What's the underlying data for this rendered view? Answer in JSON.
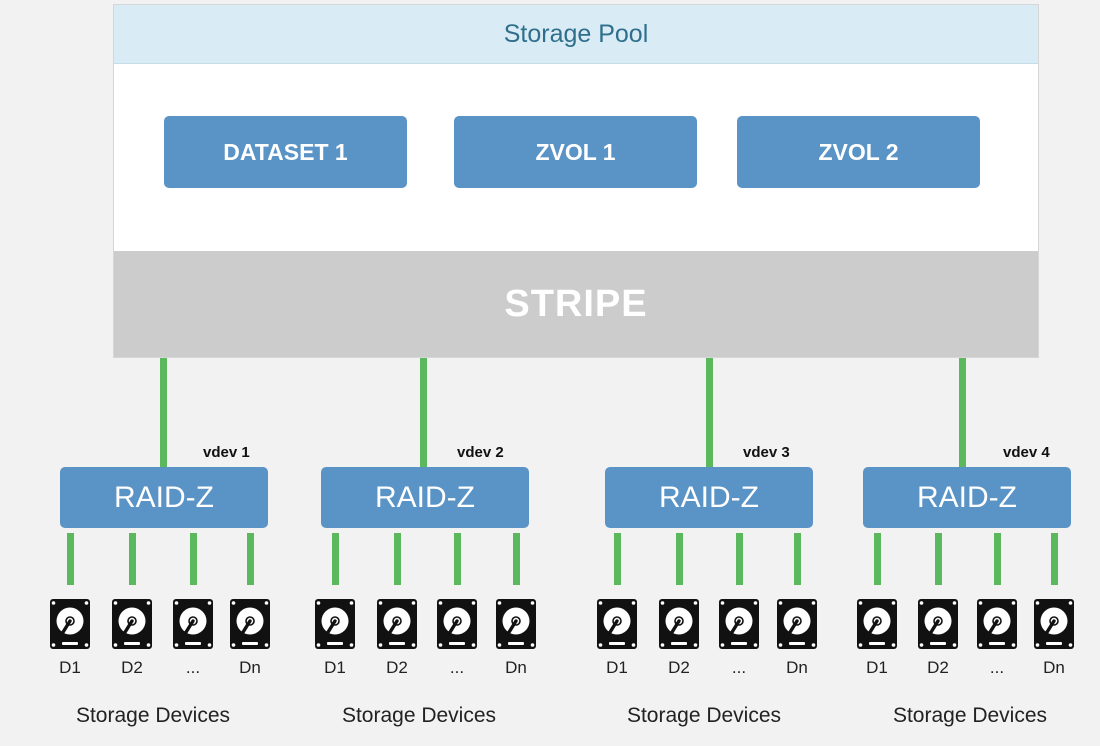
{
  "pool": {
    "title": "Storage Pool",
    "volumes": [
      "DATASET 1",
      "ZVOL 1",
      "ZVOL 2"
    ],
    "stripe_label": "STRIPE"
  },
  "vdevs": [
    {
      "label": "vdev 1",
      "raid": "RAID-Z",
      "disks": [
        "D1",
        "D2",
        "...",
        "Dn"
      ],
      "caption": "Storage Devices"
    },
    {
      "label": "vdev 2",
      "raid": "RAID-Z",
      "disks": [
        "D1",
        "D2",
        "...",
        "Dn"
      ],
      "caption": "Storage Devices"
    },
    {
      "label": "vdev 3",
      "raid": "RAID-Z",
      "disks": [
        "D1",
        "D2",
        "...",
        "Dn"
      ],
      "caption": "Storage Devices"
    },
    {
      "label": "vdev 4",
      "raid": "RAID-Z",
      "disks": [
        "D1",
        "D2",
        "...",
        "Dn"
      ],
      "caption": "Storage Devices"
    }
  ],
  "colors": {
    "background": "#f2f2f2",
    "pool_header": "#d9ecf6",
    "box_blue": "#5a93c6",
    "stripe_gray": "#cccccc",
    "connector_green": "#5cb85c"
  },
  "icons": {
    "disk": "hard-disk-icon"
  }
}
